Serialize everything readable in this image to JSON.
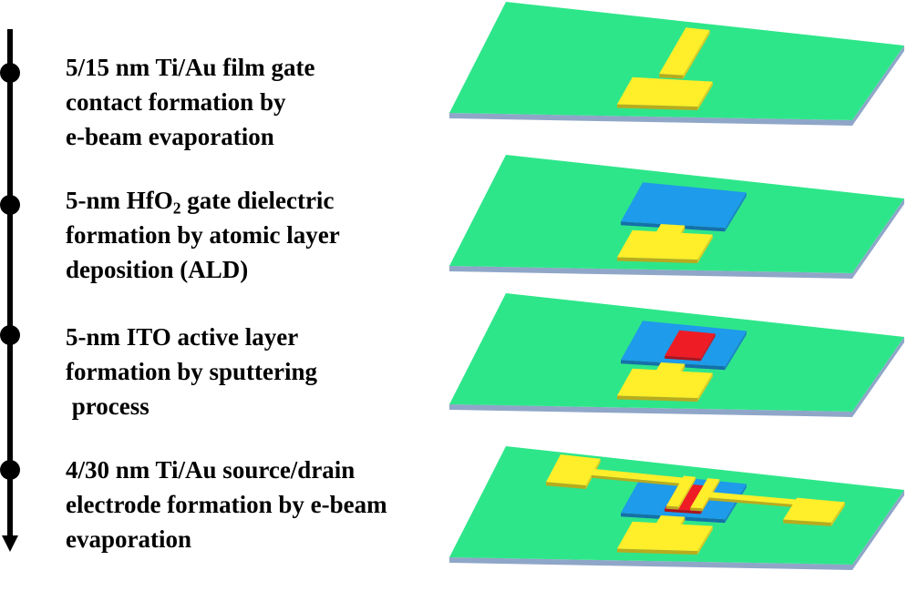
{
  "steps": [
    {
      "lines": [
        "5/15 nm Ti/Au film gate",
        "contact formation by",
        "e-beam evaporation"
      ]
    },
    {
      "line1_pre": "5-nm HfO",
      "line1_sub": "2",
      "line1_post": " gate dielectric",
      "lines_rest": [
        "formation by atomic layer",
        "deposition (ALD)"
      ]
    },
    {
      "lines": [
        "5-nm ITO active layer",
        "formation by sputtering",
        " process"
      ]
    },
    {
      "lines": [
        "4/30 nm Ti/Au source/drain",
        "electrode formation by e-beam",
        "evaporation"
      ]
    }
  ],
  "colors": {
    "substrate": "#2ee68a",
    "substrate_edge": "#8fa6c8",
    "gate_metal": "#ffee2a",
    "dielectric": "#1e9bea",
    "active_layer": "#ee1c25",
    "timeline": "#000000"
  },
  "layers": [
    {
      "gate": true,
      "dielectric": false,
      "active": false,
      "source_drain": false
    },
    {
      "gate": true,
      "dielectric": true,
      "active": false,
      "source_drain": false
    },
    {
      "gate": true,
      "dielectric": true,
      "active": true,
      "source_drain": false
    },
    {
      "gate": true,
      "dielectric": true,
      "active": true,
      "source_drain": true
    }
  ]
}
